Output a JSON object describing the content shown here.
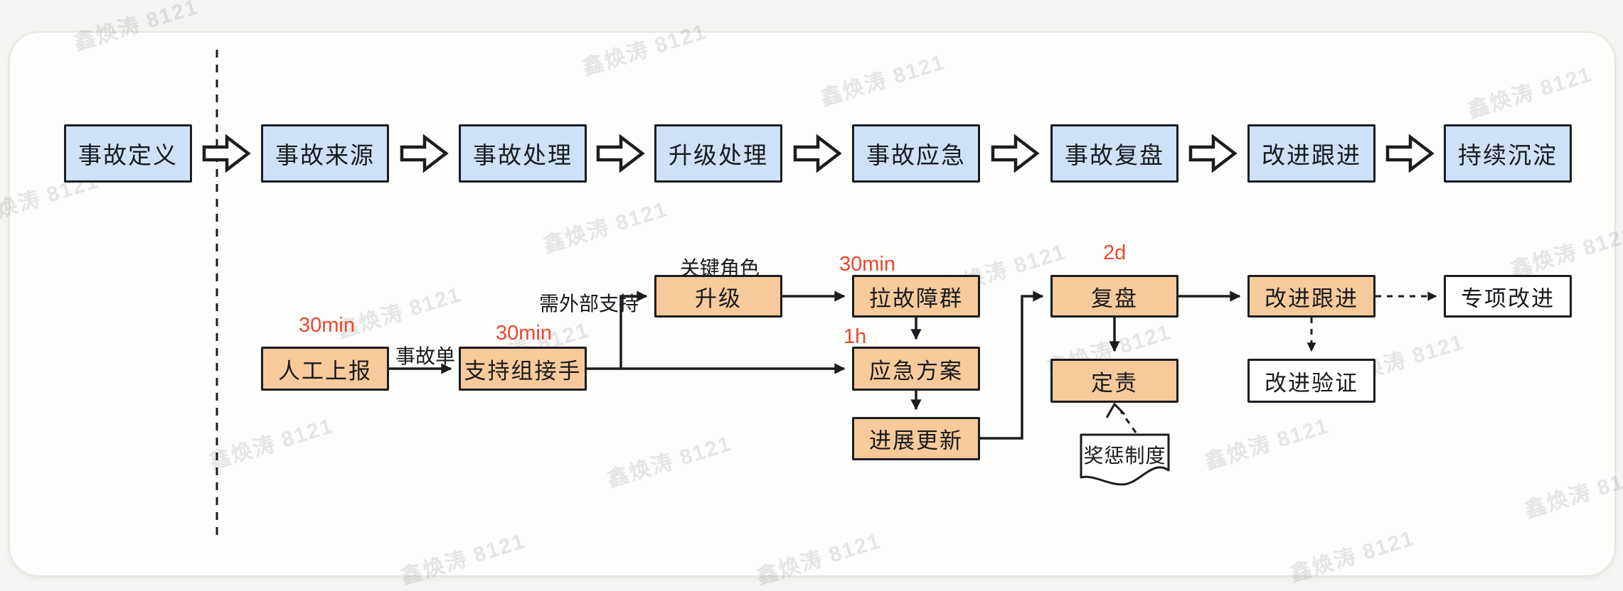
{
  "watermark": {
    "text": "鑫焕涛 8121"
  },
  "top_row": {
    "stages": [
      "事故定义",
      "事故来源",
      "事故处理",
      "升级处理",
      "事故应急",
      "事故复盘",
      "改进跟进",
      "持续沉淀"
    ]
  },
  "flow": {
    "nodes": {
      "manual_report": "人工上报",
      "support_takeover": "支持组接手",
      "escalate": "升级",
      "create_incident_group": "拉故障群",
      "emergency_plan": "应急方案",
      "progress_update": "进展更新",
      "review": "复盘",
      "assign_responsibility": "定责",
      "reward_punishment_policy": "奖惩制度",
      "improvement_followup": "改进跟进",
      "improvement_verify": "改进验证",
      "special_improvement": "专项改进"
    },
    "labels": {
      "incident_ticket": "事故单",
      "need_external_support": "需外部支持",
      "key_role": "关键角色"
    },
    "annotations": {
      "report_sla": "30min",
      "support_sla": "30min",
      "group_sla": "30min",
      "plan_sla": "1h",
      "review_sla": "2d"
    },
    "edges": [
      {
        "from": "人工上报",
        "to": "支持组接手",
        "label": "事故单",
        "style": "solid"
      },
      {
        "from": "支持组接手",
        "to": "应急方案",
        "style": "solid"
      },
      {
        "from": "支持组接手",
        "to": "升级",
        "label": "需外部支持",
        "style": "solid"
      },
      {
        "from": "升级",
        "to": "拉故障群",
        "style": "solid"
      },
      {
        "from": "拉故障群",
        "to": "应急方案",
        "style": "solid"
      },
      {
        "from": "应急方案",
        "to": "进展更新",
        "style": "solid"
      },
      {
        "from": "进展更新",
        "to": "复盘",
        "style": "solid"
      },
      {
        "from": "复盘",
        "to": "定责",
        "style": "solid"
      },
      {
        "from": "复盘",
        "to": "改进跟进",
        "style": "solid"
      },
      {
        "from": "改进跟进",
        "to": "专项改进",
        "style": "dashed"
      },
      {
        "from": "改进跟进",
        "to": "改进验证",
        "style": "dashed"
      },
      {
        "from": "奖惩制度",
        "to": "定责",
        "style": "dashed"
      }
    ]
  },
  "colors": {
    "stage_fill": "#CEE1F8",
    "node_fill": "#F7CA9B",
    "plain_fill": "#FFFFFF",
    "line": "#1A1C20",
    "time_label": "#E9472F",
    "watermark": "#9A9A9A"
  }
}
